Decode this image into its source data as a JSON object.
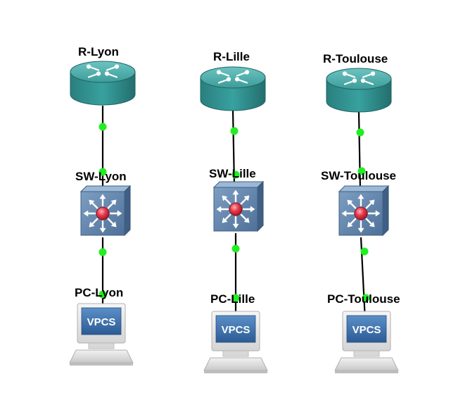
{
  "topology": {
    "columns": [
      {
        "router": {
          "label": "R-Lyon",
          "icon": "router-icon"
        },
        "switch": {
          "label": "SW-Lyon",
          "icon": "multilayer-switch-icon"
        },
        "pc": {
          "label": "PC-Lyon",
          "icon": "vpcs-computer-icon",
          "screen_text": "VPCS"
        }
      },
      {
        "router": {
          "label": "R-Lille",
          "icon": "router-icon"
        },
        "switch": {
          "label": "SW-Lille",
          "icon": "multilayer-switch-icon"
        },
        "pc": {
          "label": "PC-Lille",
          "icon": "vpcs-computer-icon",
          "screen_text": "VPCS"
        }
      },
      {
        "router": {
          "label": "R-Toulouse",
          "icon": "router-icon"
        },
        "switch": {
          "label": "SW-Toulouse",
          "icon": "multilayer-switch-icon"
        },
        "pc": {
          "label": "PC-Toulouse",
          "icon": "vpcs-computer-icon",
          "screen_text": "VPCS"
        }
      }
    ],
    "colors": {
      "router_body": "#2f8d8c",
      "router_top": "#4fb1ae",
      "switch_body": "#5a80a8",
      "switch_light": "#8fb0cf",
      "switch_core": "#e8384a",
      "link_status": "#22ee22",
      "link_line": "#000000",
      "vpcs_screen": "#3d6ea8"
    }
  }
}
